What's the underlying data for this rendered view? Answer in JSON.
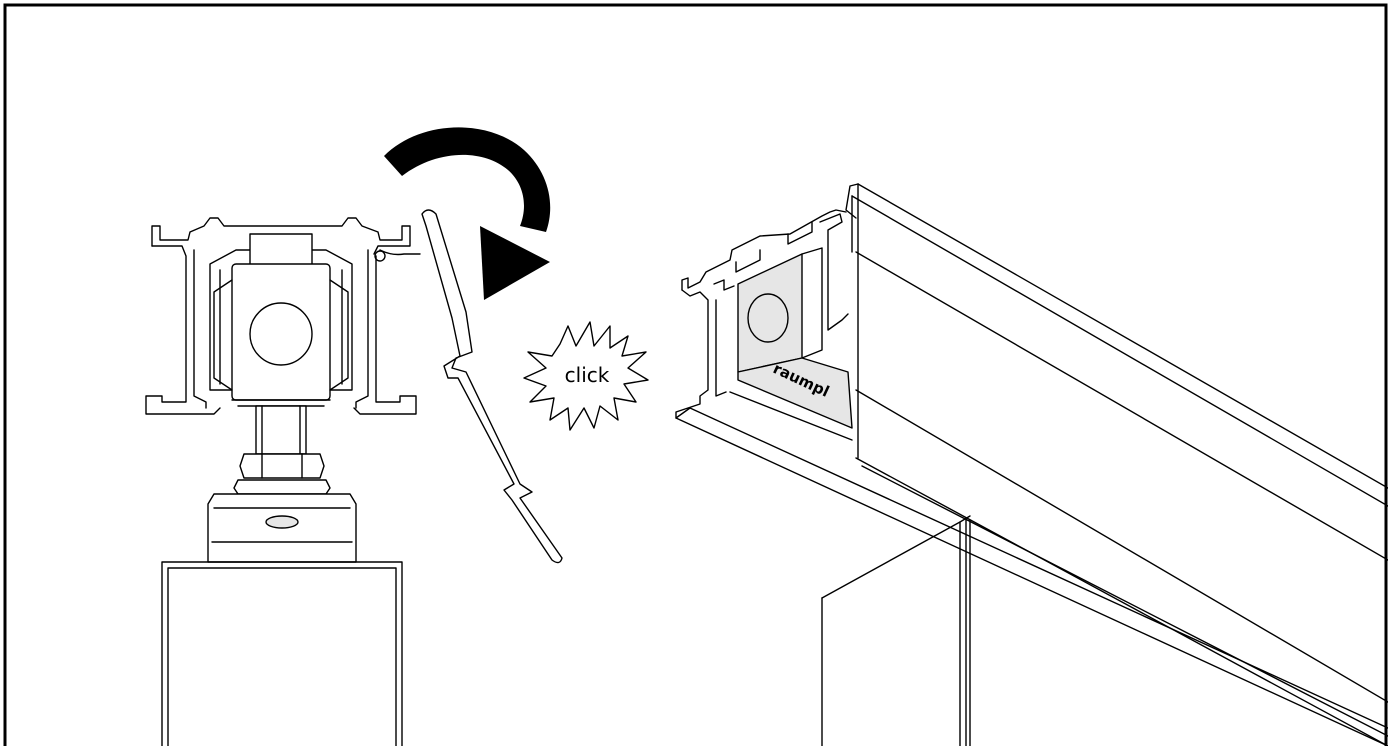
{
  "figure": {
    "type": "installation-illustration",
    "background": "#ffffff",
    "line_color": "#000000"
  },
  "annotations": {
    "sound_label": "click",
    "brand_text": "raumpl"
  },
  "icons": {
    "rotation": "curved-arrow-clockwise-icon",
    "burst": "starburst-icon"
  }
}
